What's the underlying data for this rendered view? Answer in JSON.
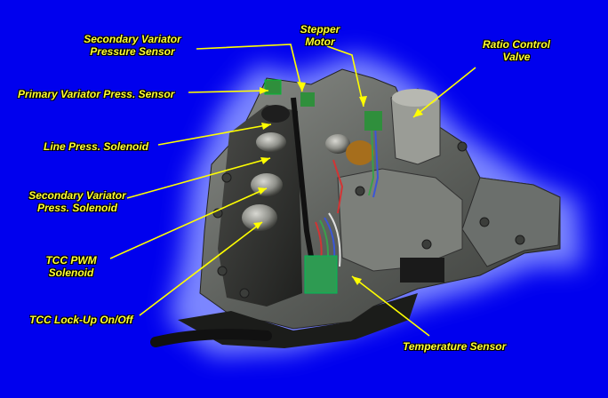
{
  "labels": {
    "secondary_variator_pressure_sensor": [
      "Secondary Variator",
      "Pressure Sensor"
    ],
    "stepper_motor": [
      "Stepper",
      "Motor"
    ],
    "ratio_control_valve": [
      "Ratio Control",
      "Valve"
    ],
    "primary_variator_press_sensor": "Primary Variator Press. Sensor",
    "line_press_solenoid": "Line Press. Solenoid",
    "secondary_variator_press_solenoid": [
      "Secondary Variator",
      "Press. Solenoid"
    ],
    "tcc_pwm_solenoid": [
      "TCC PWM",
      "Solenoid"
    ],
    "tcc_lockup_onoff": "TCC Lock-Up On/Off",
    "temperature_sensor": "Temperature Sensor"
  },
  "colors": {
    "background": "#0000ee",
    "label": "#ffff33",
    "leader": "#ffff00",
    "glow": "#6f7dff"
  }
}
